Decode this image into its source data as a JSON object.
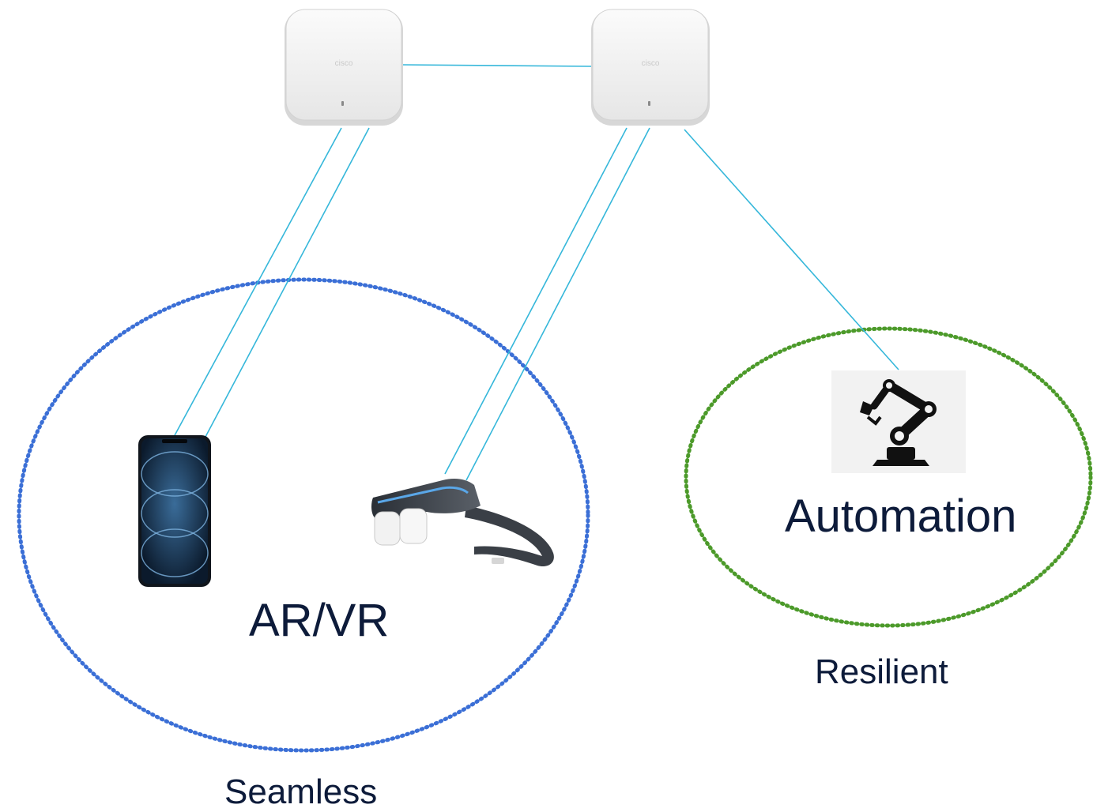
{
  "labels": {
    "arvr": "AR/VR",
    "automation": "Automation",
    "resilient": "Resilient",
    "seamless": "Seamless"
  },
  "devices": {
    "access_point_1": "access-point",
    "access_point_2": "access-point",
    "phone": "smartphone",
    "headset": "ar-vr-headset",
    "robot": "robotic-arm-icon"
  },
  "access_point_brand": "cisco",
  "colors": {
    "link_line": "#35b7da",
    "arvr_ring": "#3b6fd6",
    "automation_ring": "#4c9a2a",
    "label_text": "#0d1b3a",
    "access_point_body": "#f0f0f0"
  }
}
